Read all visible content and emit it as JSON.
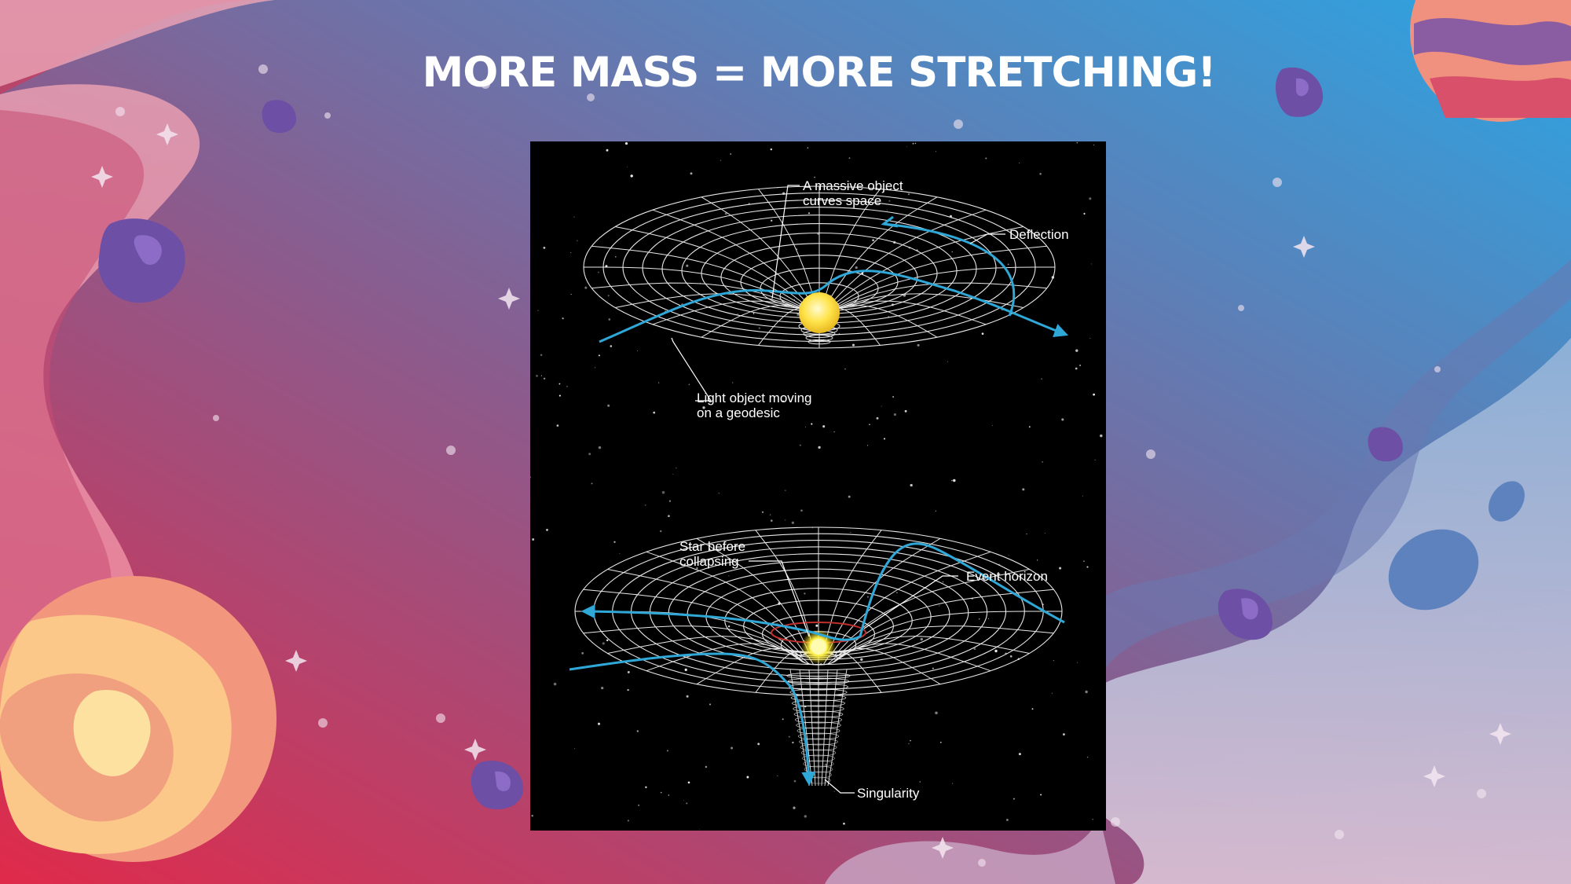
{
  "slide": {
    "title": "MORE MASS = MORE STRETCHING!"
  },
  "figure": {
    "top_panel": {
      "massive_object_line1": "A massive object",
      "massive_object_line2": "curves space",
      "deflection": "Deflection",
      "light_object_line1": "Light object moving",
      "light_object_line2": "on a geodesic"
    },
    "bottom_panel": {
      "star_line1": "Star before",
      "star_line2": "collapsing",
      "event_horizon": "Event horizon",
      "singularity": "Singularity"
    }
  },
  "colors": {
    "trajectory": "#2fa8d8",
    "grid": "#e8e8e8",
    "star": "#ffe34a",
    "event_horizon": "#c0302c",
    "title": "#ffffff"
  }
}
